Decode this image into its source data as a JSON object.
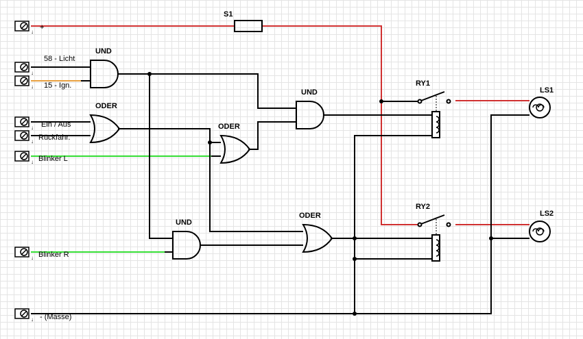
{
  "terminals": {
    "plus": "+",
    "licht": "58 - Licht",
    "ign": "15 - Ign.",
    "ein_aus": "Ein / Aus",
    "rueckfahr": "Rückfahr.",
    "blinker_l": "Blinker L",
    "blinker_r": "Blinker R",
    "masse": "- (Masse)"
  },
  "components": {
    "fuse": "S1",
    "relay1": "RY1",
    "relay2": "RY2",
    "lamp1": "LS1",
    "lamp2": "LS2"
  },
  "gates": {
    "and1": "UND",
    "or1": "ODER",
    "or2": "ODER",
    "and2": "UND",
    "and3": "UND",
    "or3": "ODER"
  },
  "colors": {
    "positive_wire": "#d03030",
    "blinker_wire": "#33dd33",
    "ign_wire": "#e8a040",
    "wire": "#000000"
  }
}
